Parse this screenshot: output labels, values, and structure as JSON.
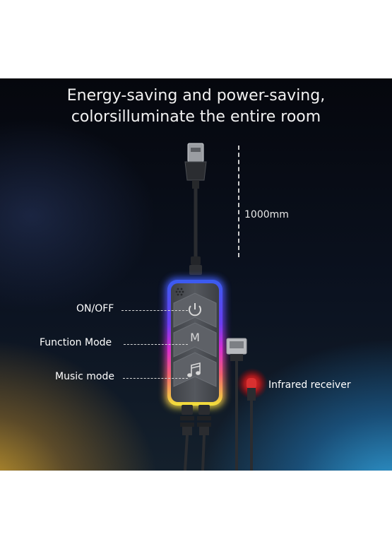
{
  "headline": {
    "line1": "Energy-saving and power-saving,",
    "line2": "colorsilluminate the entire room"
  },
  "cable_length": "1000mm",
  "controller": {
    "buttons": [
      {
        "label": "ON/OFF",
        "icon": "power-icon"
      },
      {
        "label": "Function Mode",
        "icon": "m-letter-icon",
        "glyph": "M"
      },
      {
        "label": "Music mode",
        "icon": "music-note-icon"
      }
    ]
  },
  "infrared_receiver_label": "Infrared receiver",
  "colors": {
    "glow_blue": "#3a6cf5",
    "glow_magenta": "#d82bd0",
    "glow_yellow": "#f2e23a",
    "ir_glow": "#ff2020",
    "body": "#4a4d52"
  }
}
